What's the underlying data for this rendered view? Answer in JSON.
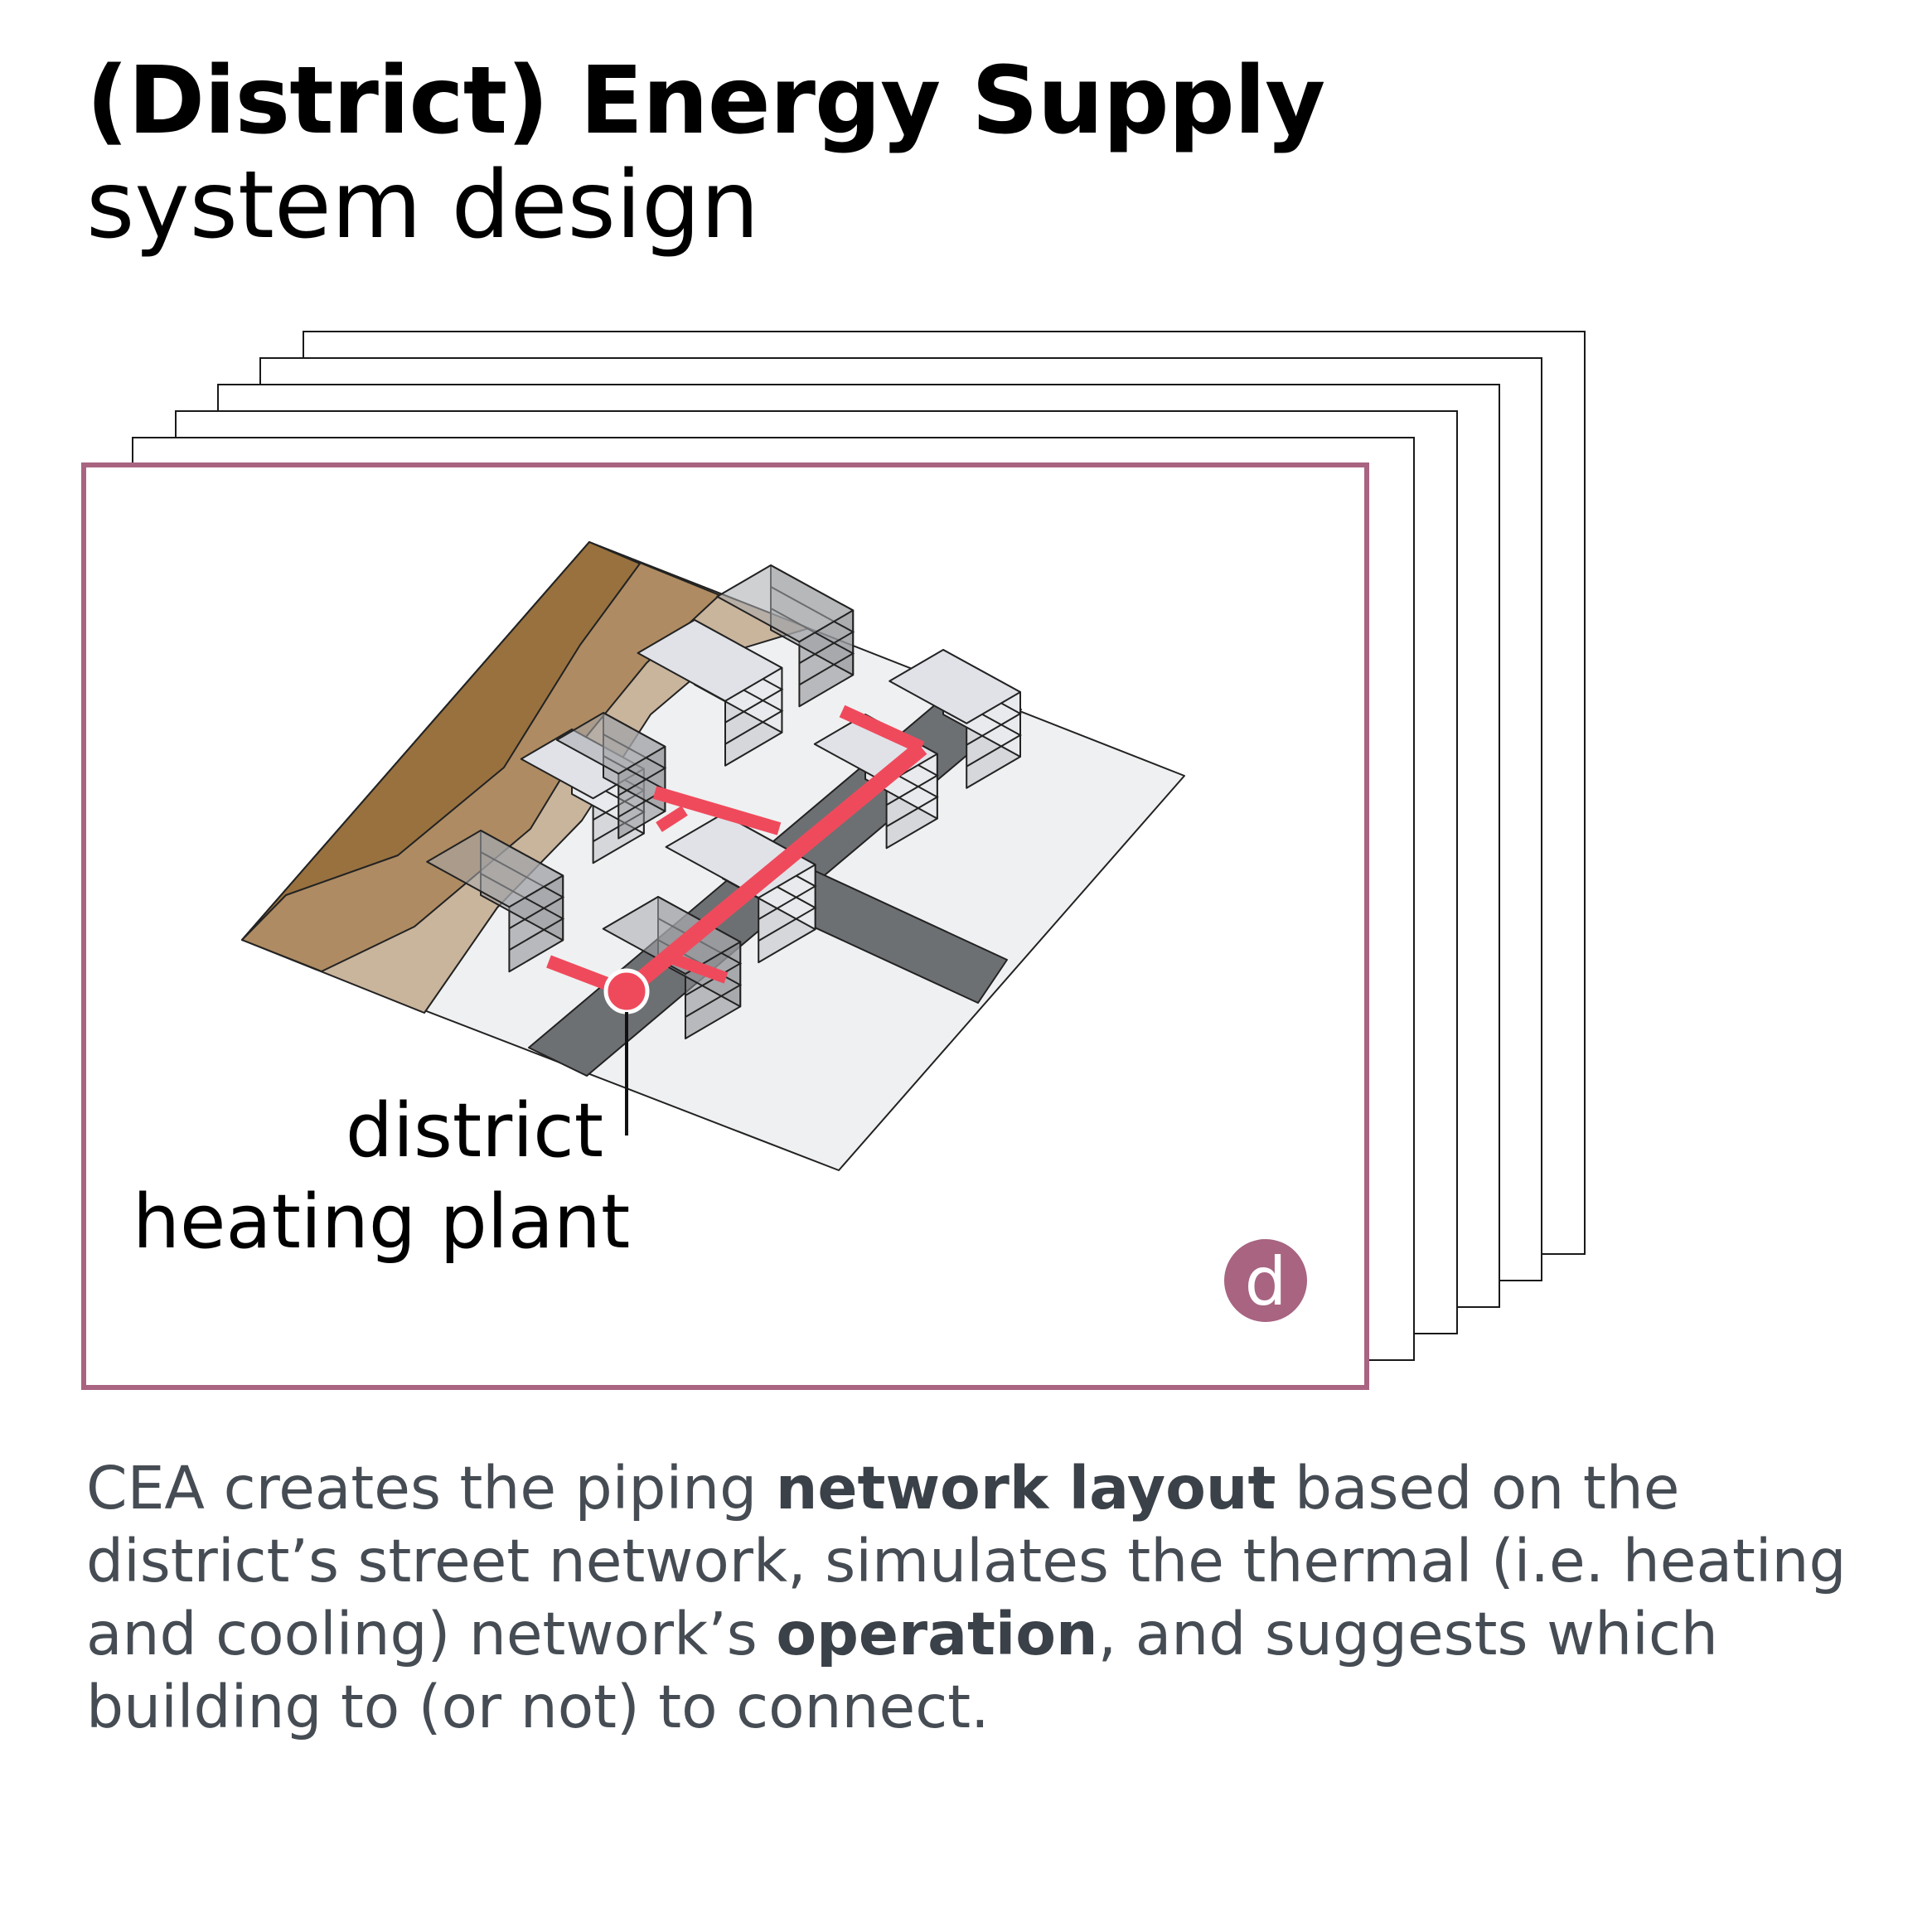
{
  "header": {
    "title": "(District) Energy Supply",
    "subtitle": "system design"
  },
  "diagram": {
    "callout_line1": "district",
    "callout_line2": "heating plant",
    "badge_letter": "d",
    "colors": {
      "frame_border": "#a86481",
      "badge": "#a86481",
      "pipe": "#ef4a5c",
      "terrain_dark": "#98713f",
      "terrain_mid": "#ae8b62",
      "terrain_light": "#c9b49c",
      "ground": "#eff0f1",
      "street": "#6d7073",
      "building": "#e4e6ea"
    }
  },
  "caption": {
    "part1": "CEA creates the piping ",
    "bold1": "network layout",
    "part2": " based on the district’s street network, simulates the thermal (i.e. heating and cooling) network’s ",
    "bold2": "operation",
    "part3": ", and suggests which building to (or not) to connect."
  }
}
